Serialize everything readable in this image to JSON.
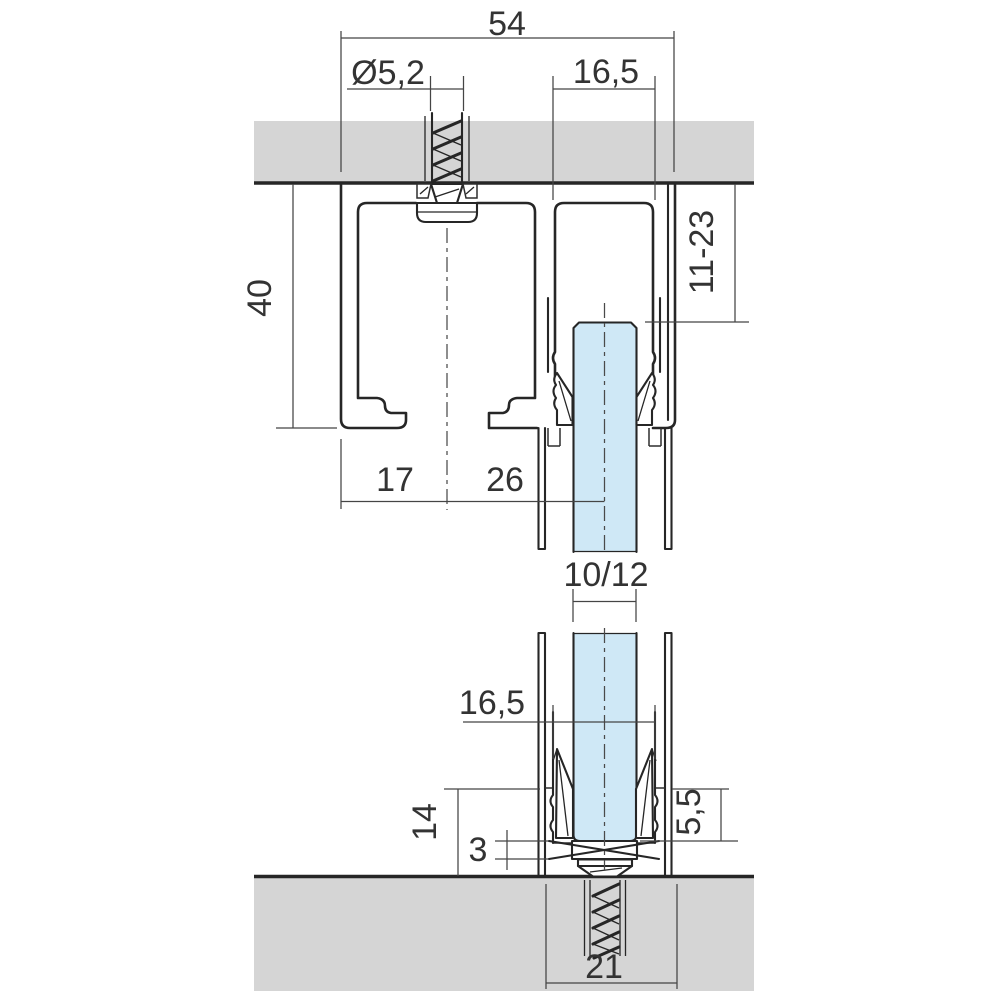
{
  "drawing": {
    "type": "technical cross-section",
    "description": "Glass sliding door: ceiling-mounted top track and floor-mounted bottom rail cross-section with fixing screws",
    "colors": {
      "outline": "#262626",
      "glass_fill": "#cfe8f6",
      "structure_fill": "#d5d5d5",
      "dimension_line": "#454545",
      "text": "#333333"
    },
    "labels": {
      "overall_width": "54",
      "screw_diameter": "Ø5,2",
      "top_channel_width": "16,5",
      "track_height": "40",
      "glass_engagement_range": "11-23",
      "carrier_center_offset": "17",
      "glass_center_offset": "26",
      "glass_thickness": "10/12",
      "bottom_channel_width": "16,5",
      "bottom_rail_height": "14",
      "setting_block_height": "3",
      "edge_clearance": "5,5",
      "bottom_rail_width": "21"
    }
  }
}
